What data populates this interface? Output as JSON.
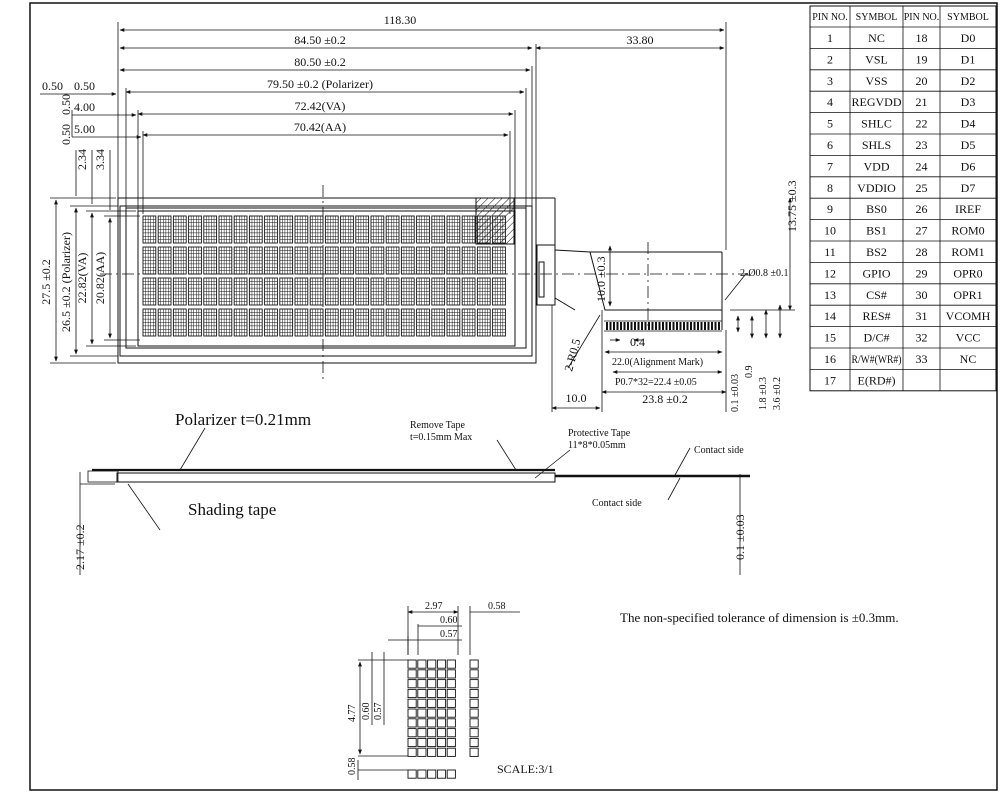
{
  "top_dims": {
    "overall": "118.30",
    "outline": "84.50 ±0.2",
    "fpc_offset": "33.80",
    "glass": "80.50 ±0.2",
    "polarizer": "79.50 ±0.2 (Polarizer)",
    "va": "72.42(VA)",
    "aa": "70.42(AA)",
    "left_a": "0.50",
    "left_b": "0.50",
    "left_c": "4.00",
    "left_d": "5.00"
  },
  "vert_dims": {
    "top_a": "0.50",
    "top_b": "0.50",
    "top_c": "2.34",
    "top_d": "3.34",
    "total_h": "27.5 ±0.2",
    "pol_h": "26.5 ±0.2 (Polarizer)",
    "va_h": "22.82(VA)",
    "aa_h": "20.82(AA)"
  },
  "fpc_dims": {
    "h_1375": "13.75 ±0.3",
    "h_100": "10.0 ±0.3",
    "hole": "2-Ø0.8 ±0.1",
    "radius": "2-R0.5",
    "p04": "0.4",
    "align": "22.0(Alignment Mark)",
    "pitch": "P0.7*32=22.4 ±0.05",
    "w238": "23.8 ±0.2",
    "d10": "10.0",
    "t01": "0.1 ±0.03",
    "t09": "0.9",
    "t18": "1.8 ±0.3",
    "t36": "3.6 ±0.2"
  },
  "side_view": {
    "polarizer": "Polarizer t=0.21mm",
    "remove_tape_1": "Remove Tape",
    "remove_tape_2": "t=0.15mm Max",
    "protective_1": "Protective Tape",
    "protective_2": "11*8*0.05mm",
    "contact_top": "Contact side",
    "contact_bottom": "Contact side",
    "shading": "Shading tape",
    "thickness": "2.17 ±0.2",
    "fpc_thickness": "0.1 ±0.03"
  },
  "detail": {
    "w297": "2.97",
    "w058": "0.58",
    "w060": "0.60",
    "w057": "0.57",
    "h477": "4.77",
    "h060": "0.60",
    "h057": "0.57",
    "h058": "0.58",
    "scale": "SCALE:3/1"
  },
  "note": "The non-specified tolerance of dimension is ±0.3mm.",
  "pin_table": {
    "headers": [
      "PIN NO.",
      "SYMBOL",
      "PIN NO.",
      "SYMBOL"
    ],
    "rows": [
      [
        "1",
        "NC",
        "18",
        "D0"
      ],
      [
        "2",
        "VSL",
        "19",
        "D1"
      ],
      [
        "3",
        "VSS",
        "20",
        "D2"
      ],
      [
        "4",
        "REGVDD",
        "21",
        "D3"
      ],
      [
        "5",
        "SHLC",
        "22",
        "D4"
      ],
      [
        "6",
        "SHLS",
        "23",
        "D5"
      ],
      [
        "7",
        "VDD",
        "24",
        "D6"
      ],
      [
        "8",
        "VDDIO",
        "25",
        "D7"
      ],
      [
        "9",
        "BS0",
        "26",
        "IREF"
      ],
      [
        "10",
        "BS1",
        "27",
        "ROM0"
      ],
      [
        "11",
        "BS2",
        "28",
        "ROM1"
      ],
      [
        "12",
        "GPIO",
        "29",
        "OPR0"
      ],
      [
        "13",
        "CS#",
        "30",
        "OPR1"
      ],
      [
        "14",
        "RES#",
        "31",
        "VCOMH"
      ],
      [
        "15",
        "D/C#",
        "32",
        "VCC"
      ],
      [
        "16",
        "R/W#(WR#)",
        "33",
        "NC"
      ],
      [
        "17",
        "E(RD#)",
        "",
        ""
      ]
    ]
  }
}
